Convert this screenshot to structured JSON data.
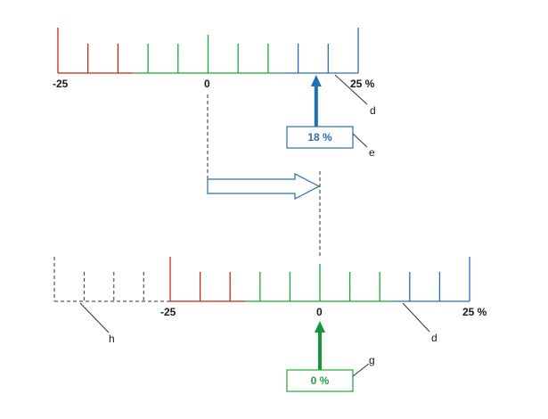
{
  "colors": {
    "red": "#c0281e",
    "green": "#1ea53c",
    "blue": "#2a6fae",
    "arrow_blue": "#1f6fb2",
    "arrow_green": "#14963a",
    "box_blue": "#2a6fae",
    "box_green": "#1ea53c",
    "dash": "#333333",
    "text": "#1a1a1a"
  },
  "top_scale": {
    "label_min": "-25",
    "label_zero": "0",
    "label_max": "25 %",
    "callout": "d"
  },
  "top_indicator": {
    "value": "18 %",
    "callout": "e",
    "pointed_value": 18
  },
  "bottom_scale": {
    "label_min": "-25",
    "label_zero": "0",
    "label_max": "25 %",
    "callout_scale": "d",
    "callout_dashed": "h"
  },
  "bottom_indicator": {
    "value": "0 %",
    "callout": "g",
    "pointed_value": 0
  }
}
